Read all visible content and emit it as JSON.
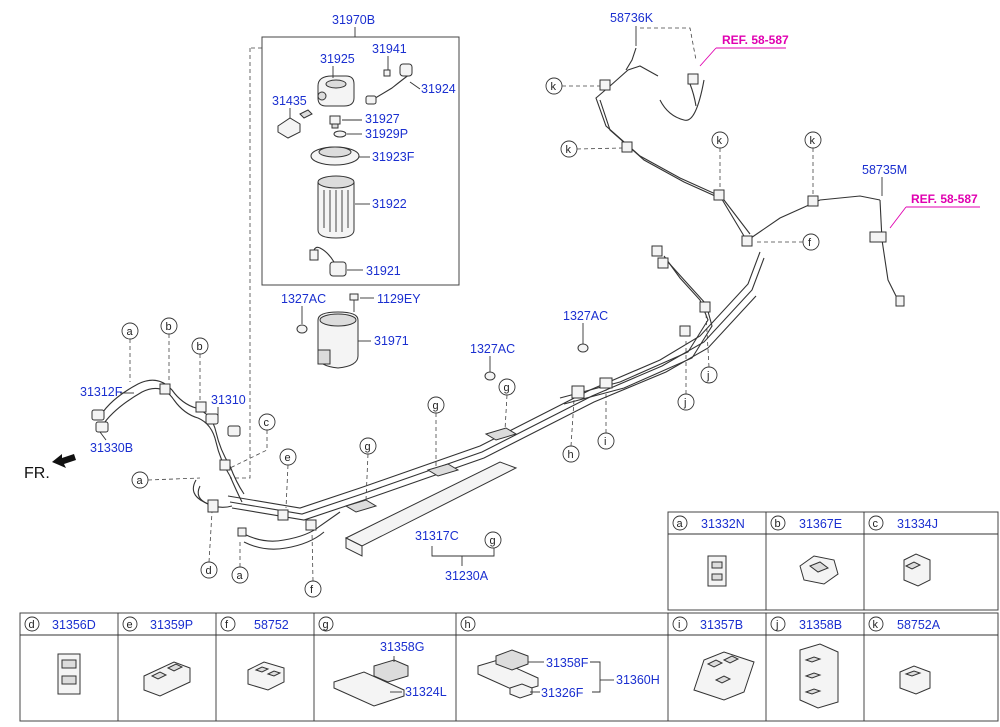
{
  "parts": {
    "filter_assembly": "31970B",
    "p31925": "31925",
    "p31941": "31941",
    "p31924": "31924",
    "p31435": "31435",
    "p31927": "31927",
    "p31929p": "31929P",
    "p31923f": "31923F",
    "p31922": "31922",
    "p31921": "31921",
    "p1327ac_a": "1327AC",
    "p1129ey": "1129EY",
    "p31971": "31971",
    "p1327ac_b": "1327AC",
    "p1327ac_c": "1327AC",
    "p31312f": "31312F",
    "p31330b": "31330B",
    "p31310": "31310",
    "p31317c": "31317C",
    "p31230a": "31230A",
    "p58736k": "58736K",
    "p58735m": "58735M"
  },
  "refs": {
    "ref1": "REF. 58-587",
    "ref2": "REF. 58-587"
  },
  "fr_label": "FR.",
  "callouts": {
    "a": "a",
    "b": "b",
    "c": "c",
    "d": "d",
    "e": "e",
    "f": "f",
    "g": "g",
    "h": "h",
    "i": "i",
    "j": "j",
    "k": "k"
  },
  "legend_top": [
    {
      "letter": "a",
      "part": "31332N"
    },
    {
      "letter": "b",
      "part": "31367E"
    },
    {
      "letter": "c",
      "part": "31334J"
    }
  ],
  "legend_bottom": [
    {
      "letter": "d",
      "part": "31356D"
    },
    {
      "letter": "e",
      "part": "31359P"
    },
    {
      "letter": "f",
      "part": "58752"
    },
    {
      "letter": "g",
      "part": "",
      "sub": [
        "31358G",
        "31324L"
      ]
    },
    {
      "letter": "h",
      "part": "",
      "sub": [
        "31358F",
        "31326F",
        "31360H"
      ]
    },
    {
      "letter": "i",
      "part": "31357B"
    },
    {
      "letter": "j",
      "part": "31358B"
    },
    {
      "letter": "k",
      "part": "58752A"
    }
  ],
  "colors": {
    "part_number": "#1a2fd0",
    "reference": "#e000b0"
  }
}
